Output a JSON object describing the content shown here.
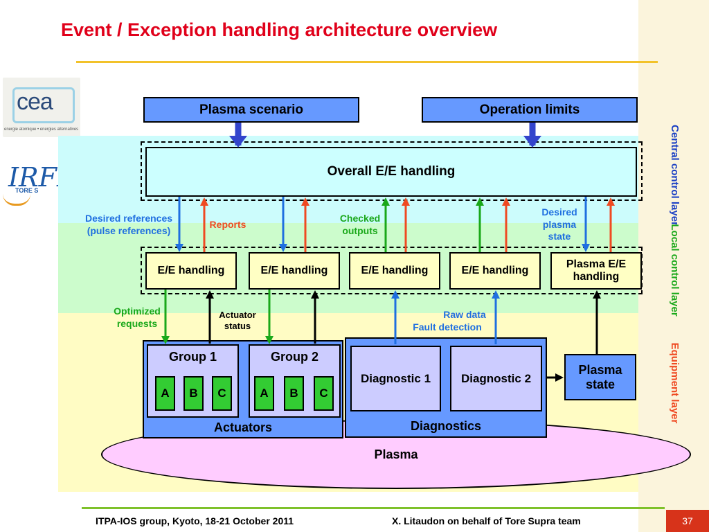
{
  "title": "Event / Exception handling architecture overview",
  "logos": {
    "cea": {
      "word": "cea",
      "tagline": "energie atomique • energies alternatives"
    },
    "irfm": {
      "word": "IRFM",
      "sub": "TORE S"
    }
  },
  "inputs": {
    "plasma_scenario": "Plasma scenario",
    "operation_limits": "Operation limits"
  },
  "central": {
    "overall": "Overall E/E handling"
  },
  "layers": {
    "central": "Central control layer",
    "local": "Local control layer",
    "equipment": "Equipment layer"
  },
  "local_boxes": [
    "E/E handling",
    "E/E handling",
    "E/E handling",
    "E/E handling",
    "Plasma E/E handling"
  ],
  "labels": {
    "desired_refs": "Desired references (pulse references)",
    "reports": "Reports",
    "checked_outputs": "Checked outputs",
    "desired_plasma_state": "Desired plasma state",
    "optimized_requests": "Optimized requests",
    "actuator_status": "Actuator status",
    "raw_data": "Raw data",
    "fault_detection": "Fault detection"
  },
  "actuators": {
    "label": "Actuators",
    "groups": [
      {
        "name": "Group 1",
        "items": [
          "A",
          "B",
          "C"
        ]
      },
      {
        "name": "Group 2",
        "items": [
          "A",
          "B",
          "C"
        ]
      }
    ]
  },
  "diagnostics": {
    "label": "Diagnostics",
    "items": [
      "Diagnostic 1",
      "Diagnostic 2"
    ]
  },
  "plasma_state": "Plasma state",
  "plasma": "Plasma",
  "footer": {
    "left": "ITPA-IOS group, Kyoto, 18-21 October 2011",
    "right": "X. Litaudon on behalf of Tore Supra team",
    "page": "37"
  },
  "colors": {
    "title": "#e0001a",
    "blue_arrow": "#1f6fe0",
    "red_arrow": "#ef4a22",
    "green_arrow": "#1aa81a",
    "black_arrow": "#000000"
  }
}
